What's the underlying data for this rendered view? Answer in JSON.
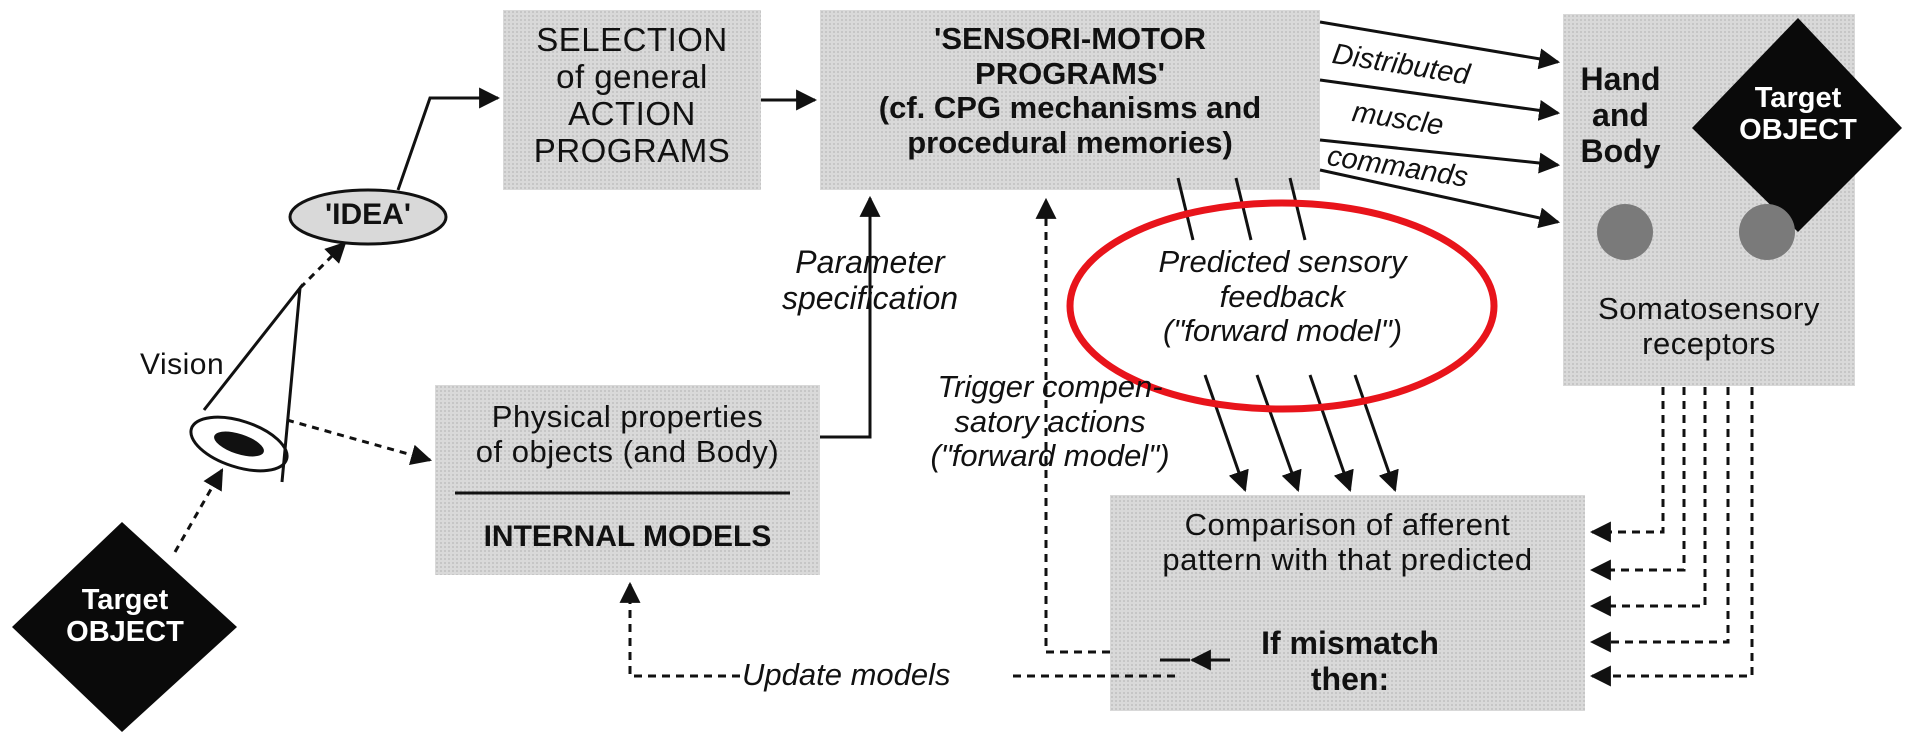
{
  "boxes": {
    "selection": [
      "SELECTION",
      "of general",
      "ACTION",
      "PROGRAMS"
    ],
    "sensorimotor": [
      "'SENSORI-MOTOR",
      "PROGRAMS'",
      "(cf. CPG mechanisms and",
      "procedural memories)"
    ],
    "physical": [
      "Physical properties",
      "of objects (and Body)"
    ],
    "internal_models": "INTERNAL MODELS",
    "hand_body": [
      "Hand",
      "and",
      "Body"
    ],
    "somatosensory": [
      "Somatosensory",
      "receptors"
    ],
    "comparison": [
      "Comparison of afferent",
      "pattern with that predicted"
    ],
    "mismatch": [
      "If mismatch",
      "then:"
    ]
  },
  "idea": "'IDEA'",
  "target_object": [
    "Target",
    "OBJECT"
  ],
  "labels": {
    "vision": "Vision",
    "parameter": [
      "Parameter",
      "specification"
    ],
    "predicted": [
      "Predicted sensory",
      "feedback",
      "(\"forward model\")"
    ],
    "trigger": [
      "Trigger compen-",
      "satory actions",
      "(\"forward model\")"
    ],
    "distributed": [
      "Distributed",
      "muscle",
      "commands"
    ],
    "update": "Update models"
  },
  "colors": {
    "box_fill": "#d9d9d9",
    "highlight": "#e8141b",
    "diamond": "#0a0a0a",
    "receptor_dot": "#7a7a7a"
  }
}
